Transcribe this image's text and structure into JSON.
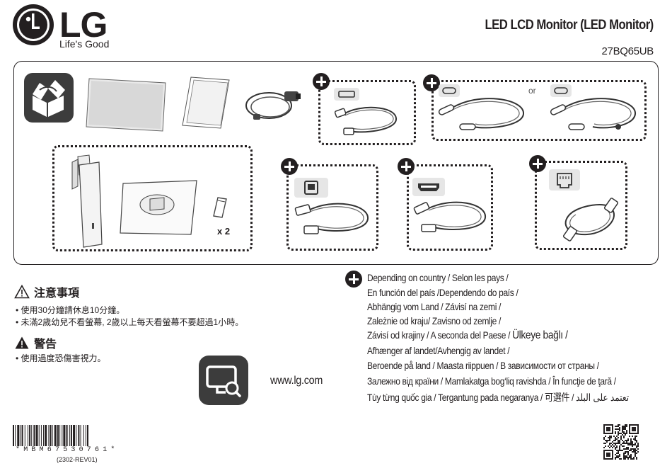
{
  "brand": {
    "name": "LG",
    "tagline": "Life's Good"
  },
  "document": {
    "title": "LED LCD Monitor (LED Monitor)",
    "model": "27BQ65UB"
  },
  "contents": {
    "or_label": "or",
    "clips_quantity": "x 2"
  },
  "caution": {
    "title": "注意事項",
    "lines": [
      "• 使用30分鐘請休息10分鐘。",
      "• 未滿2歲幼兒不看螢幕, 2歲以上每天看螢幕不要超過1小時。"
    ]
  },
  "warning": {
    "title": "警告",
    "lines": [
      "• 使用過度恐傷害視力。"
    ]
  },
  "website": "www.lg.com",
  "country_notes": [
    "Depending on country /  Selon les pays /",
    "En función del país /Dependendo do país /",
    "Abhängig vom Land / Závisí na zemi /",
    "Zależnie od kraju/ Zavisno od zemlje /",
    "Závisí od krajiny /  A seconda del Paese  /",
    "Afhænger af landet/Avhengig av landet /",
    "Beroende på land / Maasta riippuen / В зависимости от страны  /",
    "Залежно від країни / Mamlakatga bog‘liq ravishda / În funcţie de ţară  /",
    " Tùy từng quốc gia  / Tergantung pada negaranya / 可選件  /  تعتمد على البلد"
  ],
  "country_notes_extra": "Ülkeye bağlı /",
  "barcode": {
    "text": "*MBM67530761*",
    "revision": "(2302-REV01)"
  }
}
